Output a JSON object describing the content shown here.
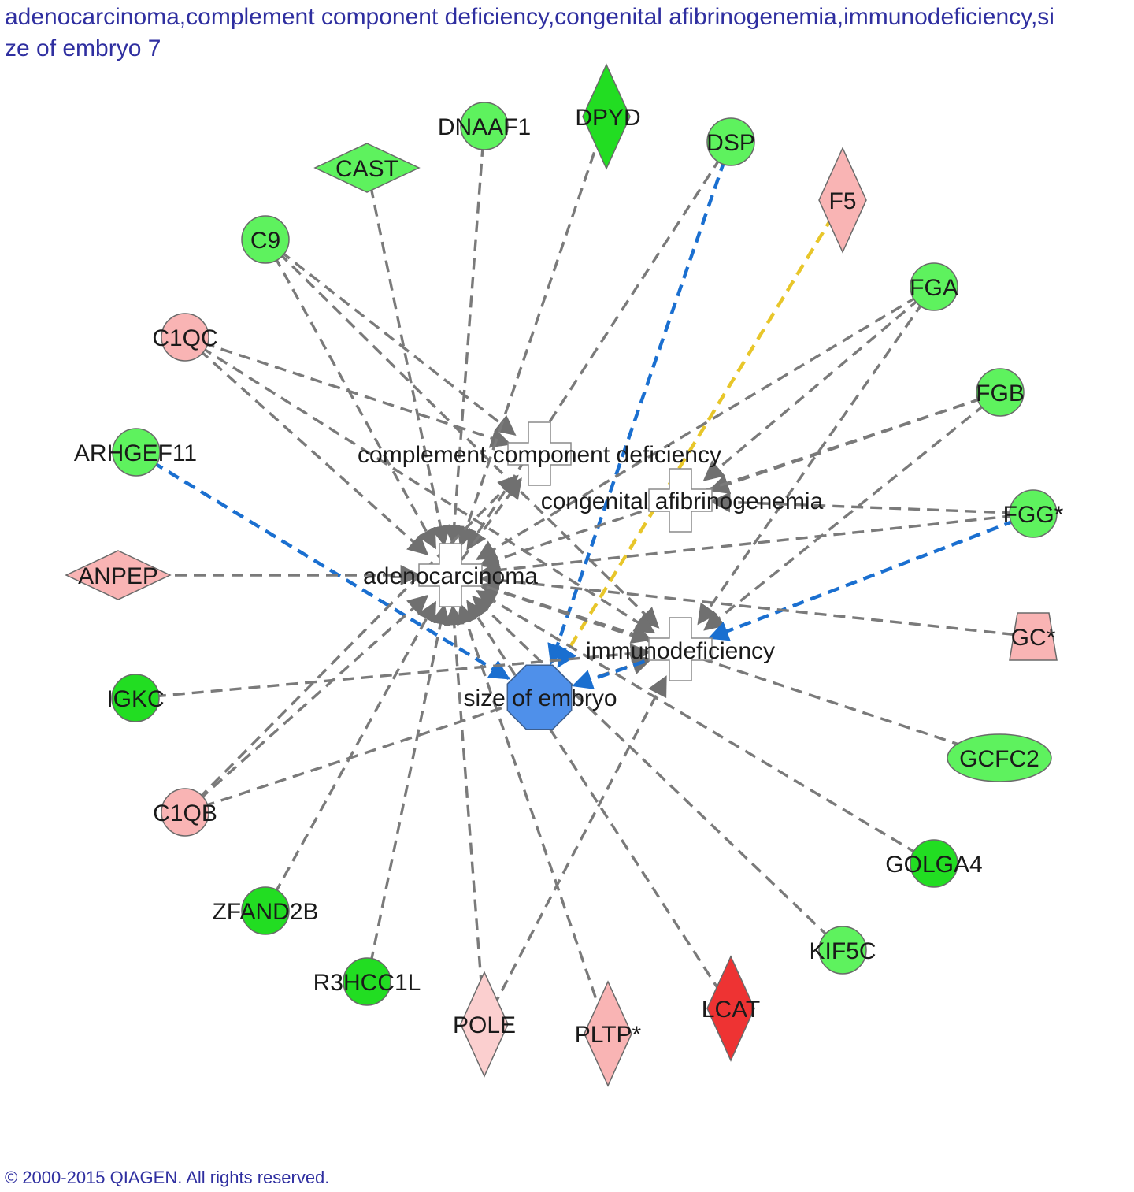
{
  "title": {
    "line1": "adenocarcinoma,complement component deficiency,congenital afibrinogenemia,immunodeficiency,si",
    "line2": "ze of embryo 7"
  },
  "copyright": "© 2000-2015 QIAGEN. All rights reserved.",
  "colors": {
    "green": "#5ef25e",
    "bright_green": "#22dd22",
    "pink": "#f9b4b4",
    "light_pink": "#fbcfcf",
    "red": "#ee3333",
    "blue_node": "#4f90ea",
    "edge_gray": "#7a7a7a",
    "edge_blue": "#1a6fd0",
    "edge_yellow": "#e8c62a"
  },
  "nodes": {
    "dnaaf1": {
      "label": "DNAAF1",
      "shape": "circle",
      "color": "green"
    },
    "dpyd": {
      "label": "DPYD",
      "shape": "diamond",
      "color": "bright_green"
    },
    "cast": {
      "label": "CAST",
      "shape": "diamond",
      "color": "green"
    },
    "dsp": {
      "label": "DSP",
      "shape": "circle",
      "color": "green"
    },
    "f5": {
      "label": "F5",
      "shape": "diamond",
      "color": "pink"
    },
    "c9": {
      "label": "C9",
      "shape": "circle",
      "color": "green"
    },
    "fga": {
      "label": "FGA",
      "shape": "circle",
      "color": "green"
    },
    "c1qc": {
      "label": "C1QC",
      "shape": "circle",
      "color": "pink"
    },
    "fgb": {
      "label": "FGB",
      "shape": "circle",
      "color": "green"
    },
    "arhgef11": {
      "label": "ARHGEF11",
      "shape": "circle",
      "color": "green"
    },
    "fgg": {
      "label": "FGG*",
      "shape": "circle",
      "color": "green"
    },
    "anpep": {
      "label": "ANPEP",
      "shape": "diamond",
      "color": "pink"
    },
    "gc": {
      "label": "GC*",
      "shape": "trapezoid",
      "color": "pink"
    },
    "igkc": {
      "label": "IGKC",
      "shape": "circle",
      "color": "bright_green"
    },
    "gcfc2": {
      "label": "GCFC2",
      "shape": "ellipse",
      "color": "green"
    },
    "c1qb": {
      "label": "C1QB",
      "shape": "circle",
      "color": "pink"
    },
    "golga4": {
      "label": "GOLGA4",
      "shape": "circle",
      "color": "bright_green"
    },
    "zfand2b": {
      "label": "ZFAND2B",
      "shape": "circle",
      "color": "bright_green"
    },
    "kif5c": {
      "label": "KIF5C",
      "shape": "circle",
      "color": "green"
    },
    "r3hcc1l": {
      "label": "R3HCC1L",
      "shape": "circle",
      "color": "bright_green"
    },
    "pole": {
      "label": "POLE",
      "shape": "diamond",
      "color": "light_pink"
    },
    "pltp": {
      "label": "PLTP*",
      "shape": "diamond",
      "color": "pink"
    },
    "lcat": {
      "label": "LCAT",
      "shape": "diamond",
      "color": "red"
    },
    "ccd": {
      "label": "complement component deficiency",
      "shape": "cross",
      "color": "white"
    },
    "caf": {
      "label": "congenital afibrinogenemia",
      "shape": "cross",
      "color": "white"
    },
    "adeno": {
      "label": "adenocarcinoma",
      "shape": "cross",
      "color": "white"
    },
    "immuno": {
      "label": "immunodeficiency",
      "shape": "cross",
      "color": "white"
    },
    "soe": {
      "label": "size of embryo",
      "shape": "octagon",
      "color": "blue_node"
    }
  },
  "edges": [
    {
      "from": "c9",
      "to": "ccd",
      "color": "gray"
    },
    {
      "from": "c9",
      "to": "immuno",
      "color": "gray"
    },
    {
      "from": "c9",
      "to": "adeno",
      "color": "gray"
    },
    {
      "from": "c1qc",
      "to": "ccd",
      "color": "gray"
    },
    {
      "from": "c1qc",
      "to": "immuno",
      "color": "gray"
    },
    {
      "from": "c1qc",
      "to": "adeno",
      "color": "gray"
    },
    {
      "from": "cast",
      "to": "adeno",
      "color": "gray"
    },
    {
      "from": "dnaaf1",
      "to": "adeno",
      "color": "gray"
    },
    {
      "from": "dpyd",
      "to": "adeno",
      "color": "gray"
    },
    {
      "from": "dsp",
      "to": "adeno",
      "color": "gray"
    },
    {
      "from": "dsp",
      "to": "soe",
      "color": "blue"
    },
    {
      "from": "f5",
      "to": "soe",
      "color": "yellow"
    },
    {
      "from": "fga",
      "to": "caf",
      "color": "gray"
    },
    {
      "from": "fga",
      "to": "adeno",
      "color": "gray"
    },
    {
      "from": "fga",
      "to": "immuno",
      "color": "gray"
    },
    {
      "from": "fgb",
      "to": "caf",
      "color": "gray"
    },
    {
      "from": "fgb",
      "to": "immuno",
      "color": "gray"
    },
    {
      "from": "fgb",
      "to": "adeno",
      "color": "gray"
    },
    {
      "from": "fgg",
      "to": "caf",
      "color": "gray"
    },
    {
      "from": "fgg",
      "to": "adeno",
      "color": "gray"
    },
    {
      "from": "fgg",
      "to": "immuno",
      "color": "blue"
    },
    {
      "from": "arhgef11",
      "to": "soe",
      "color": "blue"
    },
    {
      "from": "anpep",
      "to": "adeno",
      "color": "gray"
    },
    {
      "from": "gc",
      "to": "adeno",
      "color": "gray"
    },
    {
      "from": "igkc",
      "to": "immuno",
      "color": "gray"
    },
    {
      "from": "gcfc2",
      "to": "adeno",
      "color": "gray"
    },
    {
      "from": "c1qb",
      "to": "ccd",
      "color": "gray"
    },
    {
      "from": "c1qb",
      "to": "immuno",
      "color": "gray"
    },
    {
      "from": "c1qb",
      "to": "adeno",
      "color": "gray"
    },
    {
      "from": "golga4",
      "to": "adeno",
      "color": "gray"
    },
    {
      "from": "zfand2b",
      "to": "adeno",
      "color": "gray"
    },
    {
      "from": "kif5c",
      "to": "adeno",
      "color": "gray"
    },
    {
      "from": "r3hcc1l",
      "to": "adeno",
      "color": "gray"
    },
    {
      "from": "pole",
      "to": "adeno",
      "color": "gray"
    },
    {
      "from": "pole",
      "to": "immuno",
      "color": "gray"
    },
    {
      "from": "pltp",
      "to": "adeno",
      "color": "gray"
    },
    {
      "from": "lcat",
      "to": "adeno",
      "color": "gray"
    },
    {
      "from": "adeno",
      "to": "ccd",
      "color": "gray"
    },
    {
      "from": "adeno",
      "to": "immuno",
      "color": "gray"
    },
    {
      "from": "immuno",
      "to": "soe",
      "color": "blue"
    }
  ]
}
